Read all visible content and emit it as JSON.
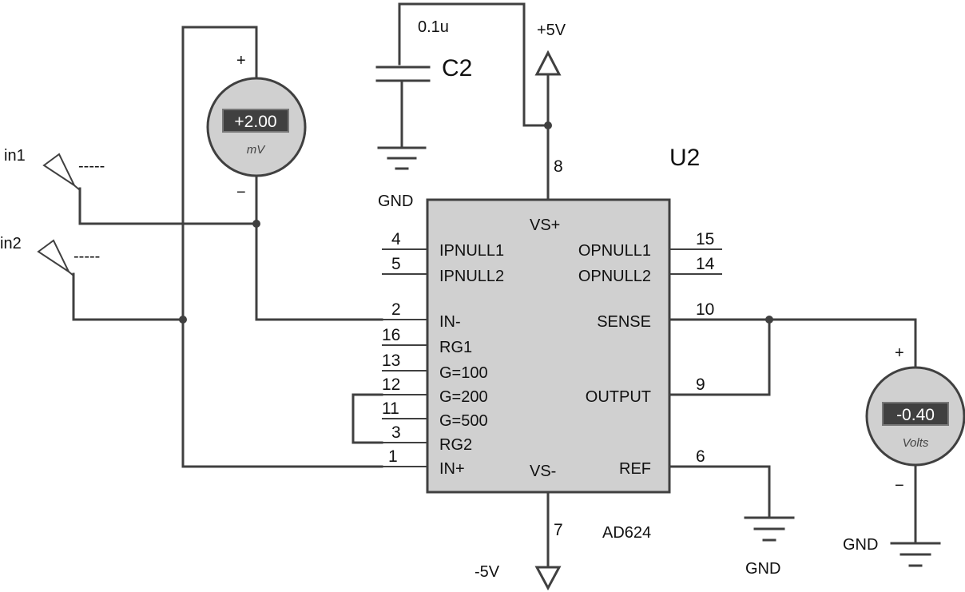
{
  "chip": {
    "ref": "U2",
    "part": "AD624",
    "pins_left": [
      {
        "num": "4",
        "name": "IPNULL1"
      },
      {
        "num": "5",
        "name": "IPNULL2"
      },
      {
        "num": "2",
        "name": "IN-"
      },
      {
        "num": "16",
        "name": "RG1"
      },
      {
        "num": "13",
        "name": "G=100"
      },
      {
        "num": "12",
        "name": "G=200"
      },
      {
        "num": "11",
        "name": "G=500"
      },
      {
        "num": "3",
        "name": "RG2"
      },
      {
        "num": "1",
        "name": "IN+"
      }
    ],
    "pins_right": [
      {
        "num": "15",
        "name": "OPNULL1"
      },
      {
        "num": "14",
        "name": "OPNULL2"
      },
      {
        "num": "10",
        "name": "SENSE"
      },
      {
        "num": "9",
        "name": "OUTPUT"
      },
      {
        "num": "6",
        "name": "REF"
      }
    ],
    "pin_top": {
      "num": "8",
      "name": "VS+"
    },
    "pin_bottom": {
      "num": "7",
      "name": "VS-"
    }
  },
  "capacitor": {
    "ref": "C2",
    "value": "0.1u",
    "ground_label": "GND"
  },
  "supplies": {
    "positive": "+5V",
    "negative": "-5V"
  },
  "inputs": [
    {
      "label": "in1",
      "value": "-----"
    },
    {
      "label": "in2",
      "value": "-----"
    }
  ],
  "meter_input": {
    "reading": "+2.00",
    "unit": "mV",
    "plus": "+",
    "minus": "−"
  },
  "meter_output": {
    "reading": "-0.40",
    "unit": "Volts",
    "plus": "+",
    "minus": "−",
    "ground_label": "GND"
  },
  "ref_ground_label": "GND"
}
